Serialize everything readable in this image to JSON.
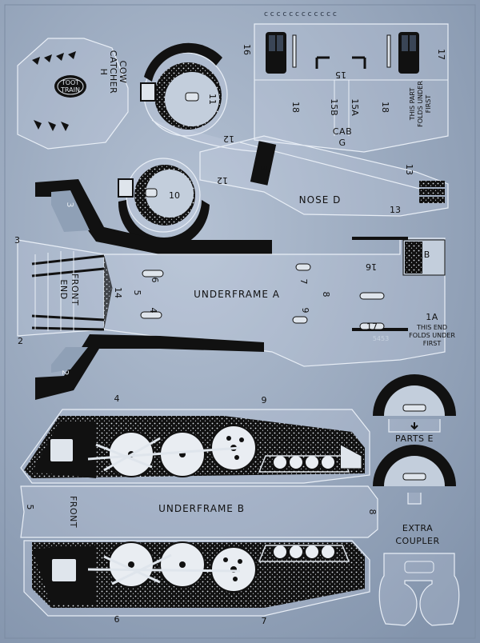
{
  "sheet": {
    "labels": {
      "cow_catcher": [
        "COW",
        "CATCHER",
        "H"
      ],
      "cab": [
        "CAB",
        "G"
      ],
      "cab_note": [
        "THIS PART",
        "FOLDS UNDER",
        "FIRST"
      ],
      "nose": "NOSE D",
      "front_end": [
        "FRONT",
        "END"
      ],
      "underframe_a": "UNDERFRAME A",
      "part_1a": "1A",
      "end_note": [
        "THIS END",
        "FOLDS UNDER",
        "FIRST"
      ],
      "part_1b": "1B",
      "catalog": "5453",
      "parts_e": "PARTS E",
      "front": "FRONT",
      "underframe_b": "UNDERFRAME B",
      "extra_coupler": [
        "EXTRA",
        "COUPLER"
      ],
      "logo": [
        "TOOT",
        "TRAIN"
      ]
    },
    "numbers": {
      "cab_16": "16",
      "cab_17": "17",
      "cab_15": "15",
      "cab_15a": "15A",
      "cab_15b": "15B",
      "cab_18a": "18",
      "cab_18b": "18",
      "cab_12": "12",
      "disc_11": "11",
      "boiler_12": "12",
      "boiler_13a": "13",
      "boiler_13b": "13",
      "disc_10": "10",
      "clip_3": "3",
      "uf_3": "3",
      "uf_6": "6",
      "uf_5": "5",
      "uf_4": "4",
      "uf_14": "14",
      "uf_7": "7",
      "uf_8": "8",
      "uf_9": "9",
      "uf_16": "16",
      "uf_17": "17",
      "uf_2a": "2",
      "uf_2b": "2",
      "ufb_4": "4",
      "ufb_9": "9",
      "ufb_5": "5",
      "ufb_8": "8",
      "ufb_6": "6",
      "ufb_7": "7"
    }
  }
}
